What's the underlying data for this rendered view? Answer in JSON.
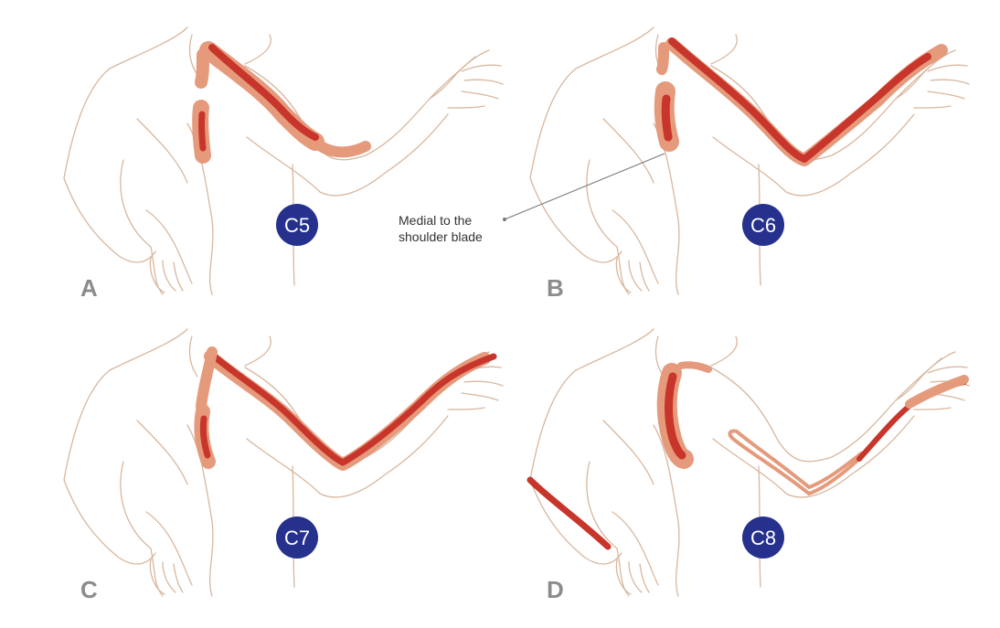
{
  "colors": {
    "outline": "#d8b79e",
    "pain_dark": "#c8352a",
    "pain_light": "#e59a7c",
    "badge": "#25318c",
    "panel_letter": "#8c8c8c",
    "annotation": "#333333"
  },
  "panels": [
    {
      "letter": "A",
      "root": "C5"
    },
    {
      "letter": "B",
      "root": "C6"
    },
    {
      "letter": "C",
      "root": "C7"
    },
    {
      "letter": "D",
      "root": "C8"
    }
  ],
  "annotation": {
    "line1": "Medial to the",
    "line2": "shoulder blade"
  }
}
